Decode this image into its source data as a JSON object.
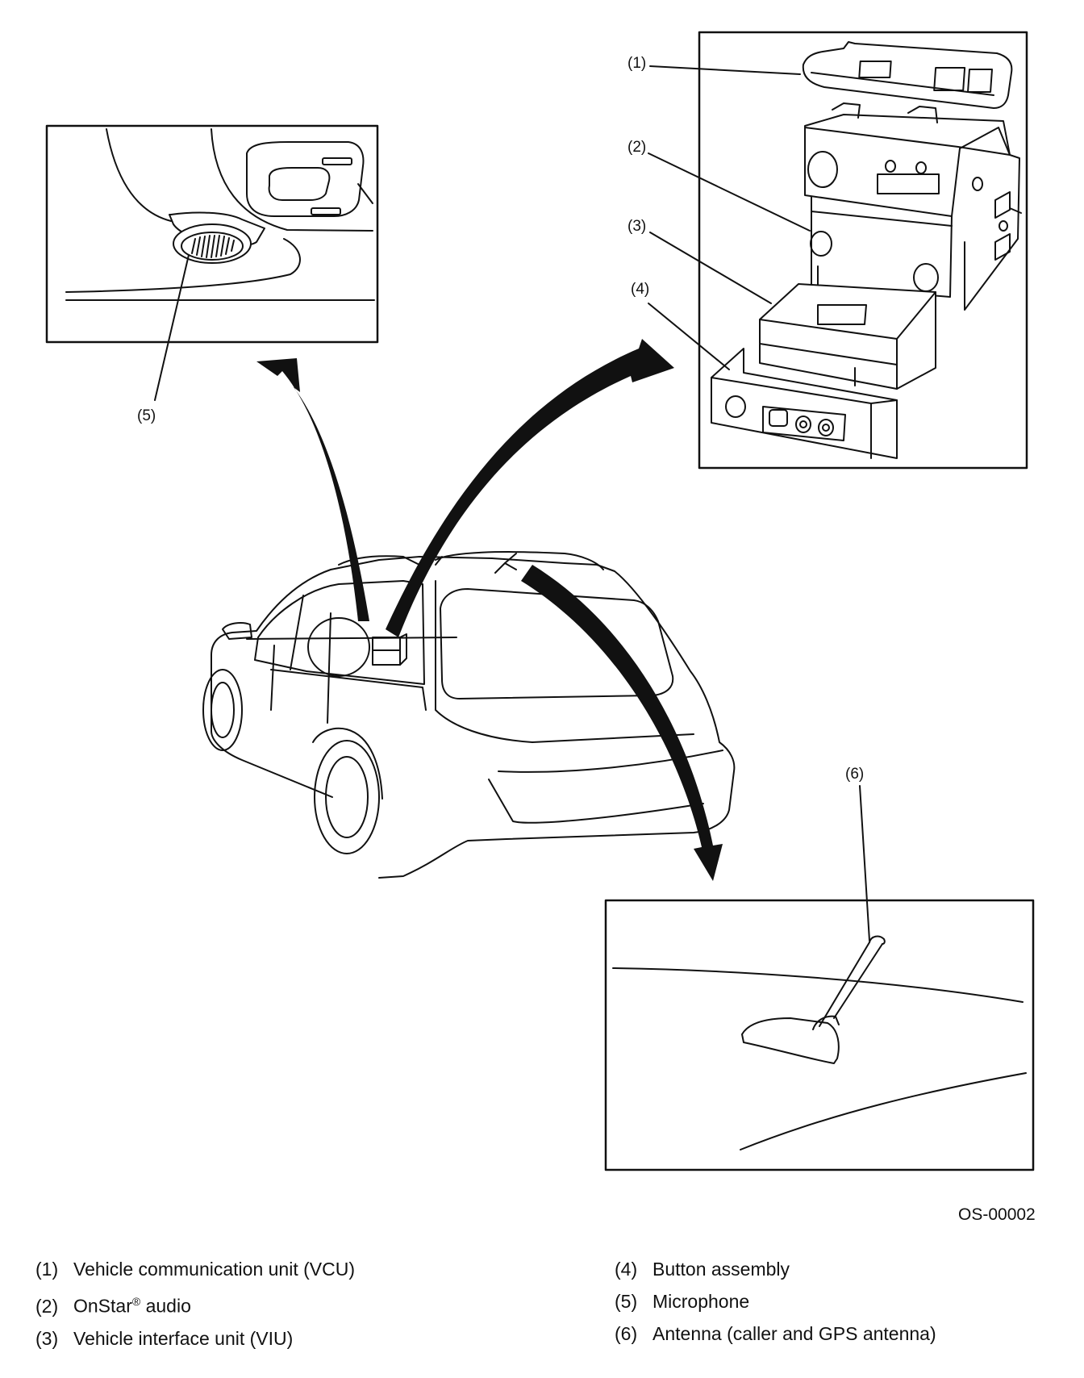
{
  "callouts": {
    "vcu": "(1)",
    "onstar_audio": "(2)",
    "viu": "(3)",
    "button_assembly": "(4)",
    "microphone": "(5)",
    "antenna": "(6)"
  },
  "figure_id": "OS-00002",
  "legend": {
    "left": [
      {
        "num": "(1)",
        "text": "Vehicle communication unit (VCU)"
      },
      {
        "num": "(2)",
        "text": "OnStar",
        "sup": "®",
        "text_after": " audio"
      },
      {
        "num": "(3)",
        "text": "Vehicle interface unit (VIU)"
      }
    ],
    "right": [
      {
        "num": "(4)",
        "text": "Button assembly"
      },
      {
        "num": "(5)",
        "text": "Microphone"
      },
      {
        "num": "(6)",
        "text": "Antenna (caller and GPS antenna)"
      }
    ]
  }
}
